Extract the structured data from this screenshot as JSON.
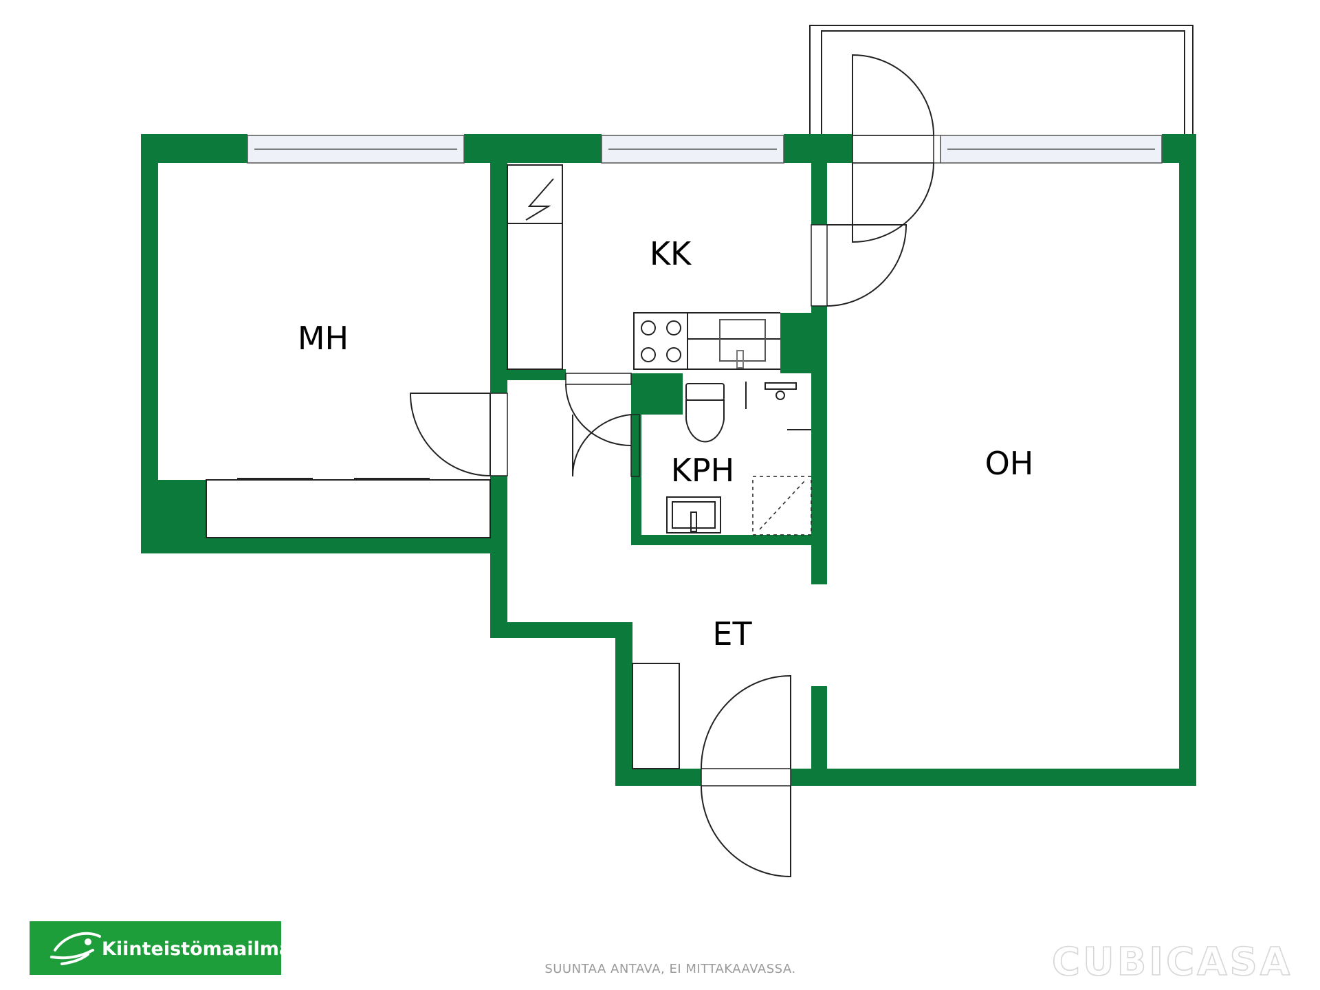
{
  "colors": {
    "wall": "#0b7a3b",
    "window": "#eef2f8",
    "logo_bg": "#1e9e3a",
    "line": "#222222"
  },
  "rooms": {
    "mh": "MH",
    "kk": "KK",
    "kph": "KPH",
    "oh": "OH",
    "et": "ET"
  },
  "footer": {
    "disclaimer": "SUUNTAA ANTAVA, EI MITTAKAAVASSA.",
    "brand": "Kiinteistömaailma",
    "watermark": "CUBICASA"
  }
}
